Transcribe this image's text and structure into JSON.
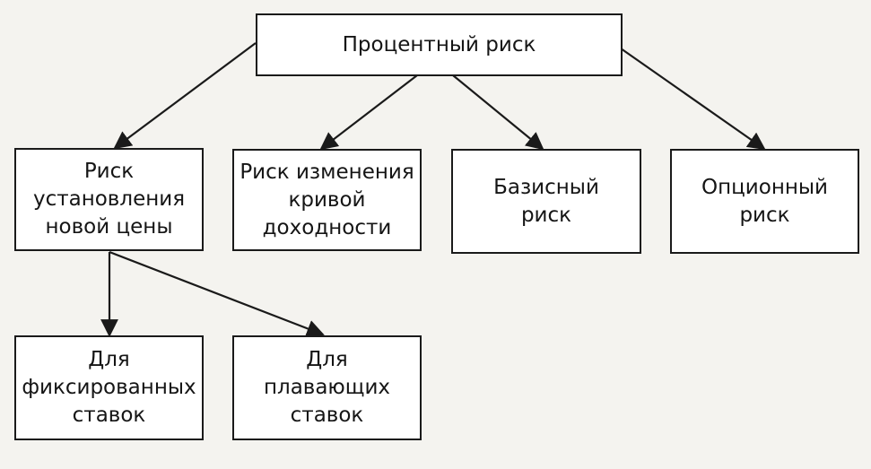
{
  "diagram": {
    "nodes": {
      "root": "Процентный риск",
      "repricing": "Риск\nустановления\nновой цены",
      "yield_curve": "Риск изменения\nкривой\nдоходности",
      "basis": "Базисный\nриск",
      "option": "Опционный\nриск",
      "fixed": "Для\nфиксированных\nставок",
      "floating": "Для\nплавающих\nставок"
    }
  },
  "colors": {
    "line": "#1a1a1a",
    "box_fill": "#ffffff",
    "page": "#f4f3ef"
  }
}
